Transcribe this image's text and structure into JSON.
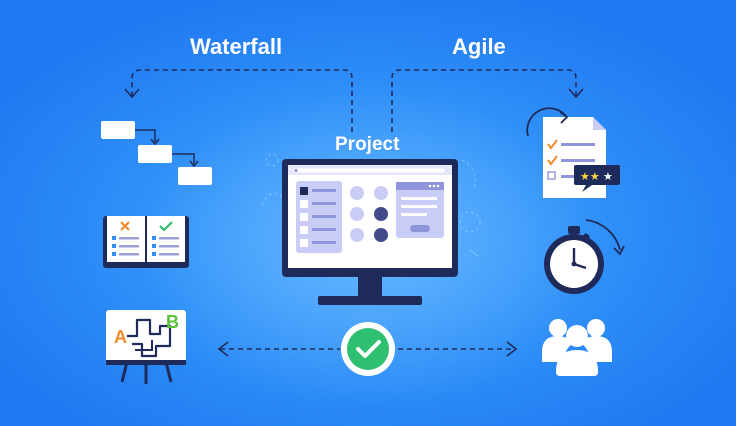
{
  "labels": {
    "waterfall": "Waterfall",
    "agile": "Agile",
    "project": "Project",
    "letter_a": "A",
    "letter_b": "B"
  },
  "colors": {
    "background": "#2f8ff8",
    "white": "#ffffff",
    "navy": "#1e2a5a",
    "lavender": "#c9cdf5",
    "lavender_dark": "#8f95da",
    "check_green": "#2fbf71",
    "orange": "#f08a2a",
    "star_yellow": "#ffd23f"
  },
  "icons": {
    "waterfall_steps": "waterfall-steps-icon",
    "checklist_book": "checklist-book-icon",
    "maze_board": "maze-board-icon",
    "project_monitor": "project-monitor-icon",
    "rating_document": "rating-document-icon",
    "stopwatch": "stopwatch-icon",
    "team_group": "team-group-icon",
    "success_check": "success-check-icon"
  }
}
